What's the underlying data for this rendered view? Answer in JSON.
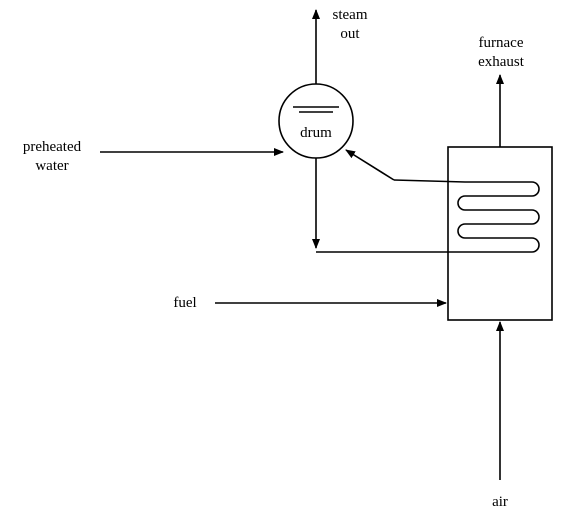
{
  "labels": {
    "steam_out": [
      "steam",
      "out"
    ],
    "furnace_exhaust": [
      "furnace",
      "exhaust"
    ],
    "preheated_water": [
      "preheated",
      "water"
    ],
    "drum": "drum",
    "fuel": "fuel",
    "air": "air"
  },
  "colors": {
    "line": "#000000",
    "background": "#ffffff"
  }
}
